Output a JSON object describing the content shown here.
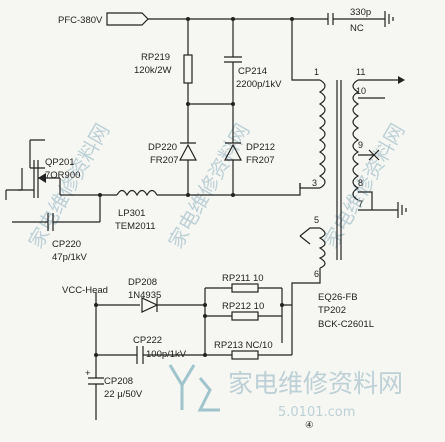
{
  "labels": {
    "pfc": "PFC-380V",
    "cap_top": "330p",
    "nc_top": "NC",
    "rp219_name": "RP219",
    "rp219_val": "120k/2W",
    "cp214_name": "CP214",
    "cp214_val": "2200p/1kV",
    "dp220_name": "DP220",
    "dp220_val": "FR207",
    "dp212_name": "DP212",
    "dp212_val": "FR207",
    "qp201_name": "QP201",
    "qp201_val": "7OR900",
    "lp301_name": "LP301",
    "lp301_val": "TEM2011",
    "cp220_name": "CP220",
    "cp220_val": "47p/1kV",
    "vcc": "VCC-Head",
    "dp208_name": "DP208",
    "dp208_val": "1N4935",
    "rp211": "RP211 10",
    "rp212": "RP212 10",
    "cp222_name": "CP222",
    "cp222_val": "100p/1kV",
    "rp213": "RP213 NC/10",
    "cp208_name": "CP208",
    "cp208_val": "22 μ/50V",
    "tr_core": "EQ26-FB",
    "tr_name": "TP202",
    "tr_part": "BCK-C2601L",
    "pin1": "1",
    "pin3": "3",
    "pin5": "5",
    "pin6": "6",
    "pin7": "7",
    "pin8": "8",
    "pin9": "9",
    "pin10": "10",
    "pin11": "11",
    "circle_num": "④"
  },
  "watermark": {
    "cn": "家电维修资料网",
    "url": "5.0101.com",
    "diag": "家电维修资料网"
  }
}
